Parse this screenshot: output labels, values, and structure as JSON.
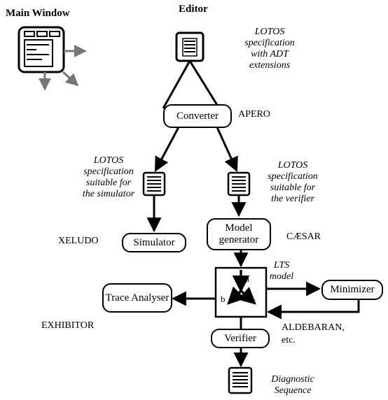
{
  "titles": {
    "main_window": "Main Window",
    "editor": "Editor"
  },
  "boxes": {
    "converter": "Converter",
    "simulator": "Simulator",
    "model_generator": "Model generator",
    "trace_analyser": "Trace Analyser",
    "minimizer": "Minimizer",
    "verifier": "Verifier"
  },
  "tools": {
    "apero": "APERO",
    "xeludo": "XELUDO",
    "caesar": "CÆSAR",
    "exhibitor": "EXHIBITOR",
    "aldebaran": "ALDEBARAN,",
    "aldebaran_etc": "etc."
  },
  "documents": {
    "editor_spec": [
      "LOTOS",
      "specification",
      "with ADT",
      "extensions"
    ],
    "simulator_spec": [
      "LOTOS",
      "specification",
      "suitable for",
      "the simulator"
    ],
    "verifier_spec": [
      "LOTOS",
      "specification",
      "suitable for",
      "the verifier"
    ],
    "lts_model": [
      "LTS",
      "model"
    ],
    "diagnostic": [
      "Diagnostic",
      "Sequence"
    ]
  },
  "lts_labels": {
    "a": "a",
    "b": "b",
    "c": "c"
  },
  "icons": [
    "window-icon",
    "document-icon",
    "lts-model-icon"
  ],
  "colors": {
    "line": "#000000",
    "window_arrows": "#777777"
  }
}
